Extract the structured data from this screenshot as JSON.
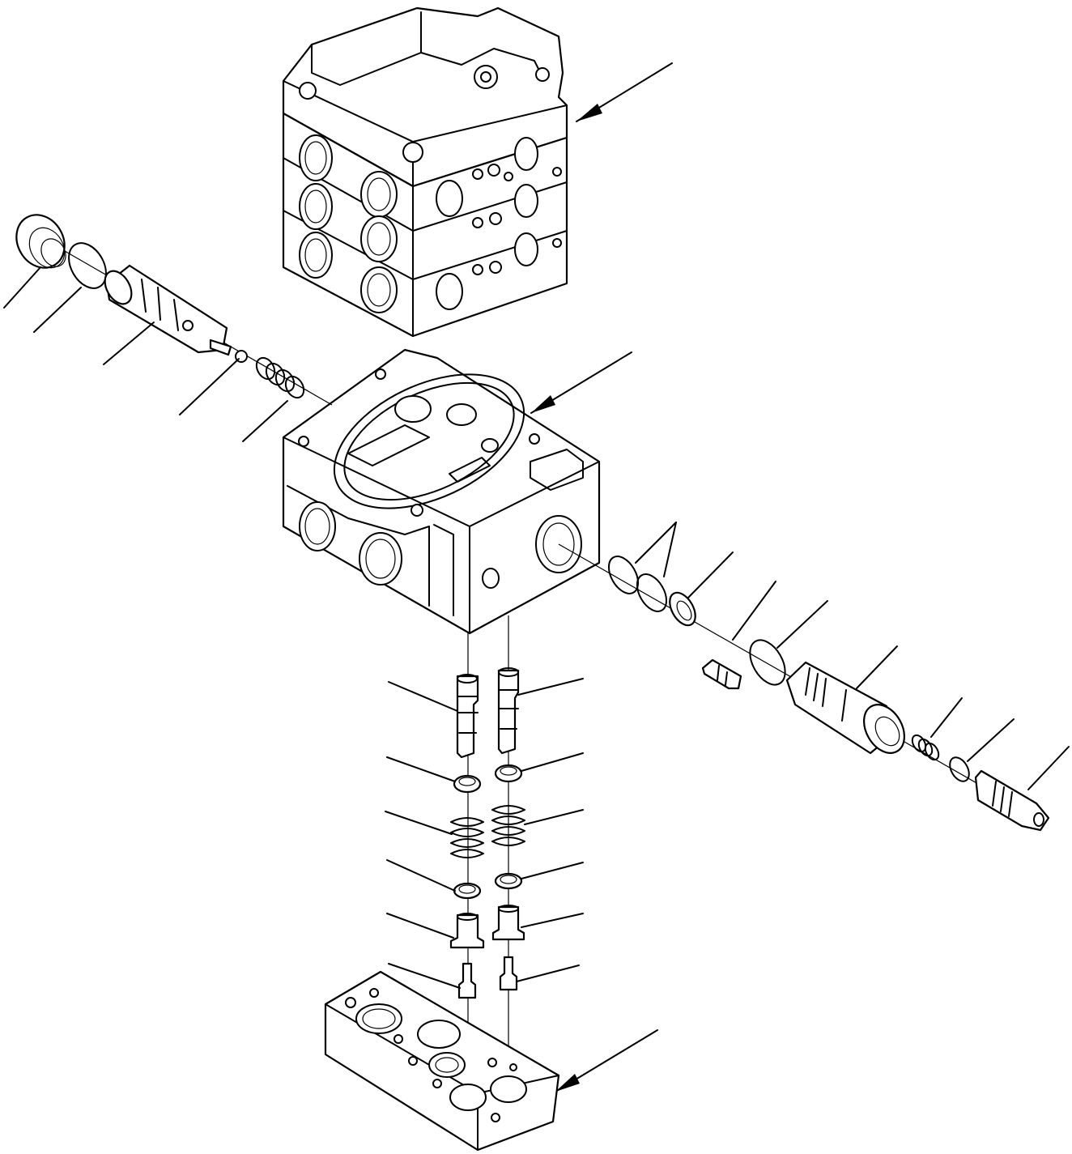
{
  "diagram": {
    "type": "exploded parts drawing",
    "leaders": {
      "left": [
        "l1",
        "l2",
        "l3",
        "l4",
        "l5"
      ],
      "right": [
        "r1",
        "r2",
        "r3",
        "r4",
        "r5",
        "r6",
        "r7"
      ],
      "center_left": [
        "c1",
        "c2",
        "c3",
        "c4",
        "c5",
        "c6"
      ],
      "center_right": [
        "d1",
        "d2",
        "d3",
        "d4",
        "d5",
        "d6"
      ]
    }
  }
}
